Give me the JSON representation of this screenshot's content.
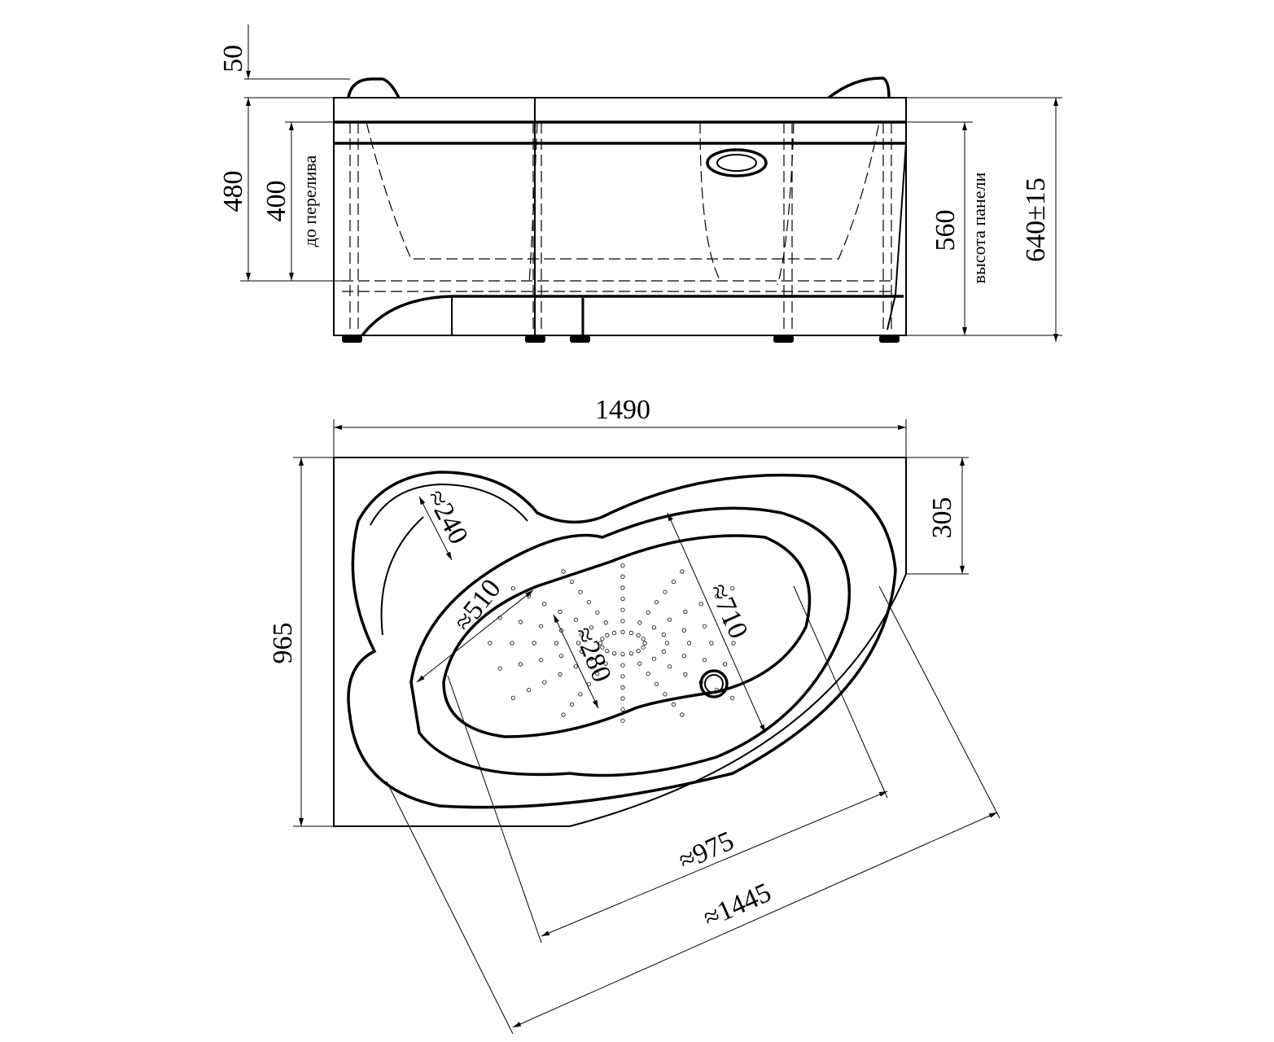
{
  "side_view": {
    "dim_headrest": "50",
    "dim_depth": "480",
    "dim_overflow": "400",
    "label_overflow": "до перелива",
    "dim_panel": "560",
    "label_panel": "высота панели",
    "dim_total": "640±15"
  },
  "top_view": {
    "dim_width": "1490",
    "dim_length": "965",
    "dim_corner": "305",
    "dim_seat": "≈240",
    "dim_inner_width": "≈510",
    "dim_inner_length": "≈710",
    "dim_narrow": "≈280",
    "dim_bowl": "≈975",
    "dim_diagonal": "≈1445"
  }
}
